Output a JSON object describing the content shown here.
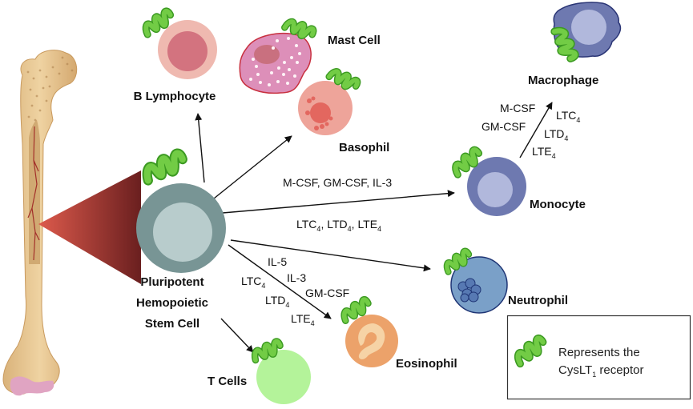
{
  "diagram": {
    "title": "Hematopoietic lineage expressing the CysLT1 receptor",
    "source": {
      "label_lines": [
        "Pluripotent",
        "Hemopoietic",
        "Stem Cell"
      ],
      "origin": "bone-marrow"
    },
    "cells": {
      "b_lymphocyte": {
        "label": "B Lymphocyte",
        "colors": {
          "outer": "#efb9b0",
          "inner": "#d3737f"
        }
      },
      "mast_cell": {
        "label": "Mast Cell",
        "colors": {
          "body": "#dd8fb9",
          "outline": "#c8303f",
          "nucleus": "#c9707f",
          "granules": "#fff3f6"
        }
      },
      "basophil": {
        "label": "Basophil",
        "colors": {
          "body": "#eea49a",
          "nucleus": "#e3675f"
        }
      },
      "monocyte": {
        "label": "Monocyte",
        "colors": {
          "outer": "#6e79b0",
          "inner": "#b1b8dc"
        }
      },
      "macrophage": {
        "label": "Macrophage",
        "colors": {
          "body": "#6e79b0",
          "outline": "#2a3575",
          "inner": "#b1b8dc"
        }
      },
      "neutrophil": {
        "label": "Neutrophil",
        "colors": {
          "body": "#7aa0c8",
          "outline": "#1f3575",
          "nucleus": "#5779b3"
        }
      },
      "eosinophil": {
        "label": "Eosinophil",
        "colors": {
          "body": "#eca26a",
          "inner": "#f6d3a6"
        }
      },
      "t_cells": {
        "label": "T Cells",
        "colors": {
          "body": "#b4f39a"
        }
      },
      "stem_cell": {
        "colors": {
          "outer": "#789595",
          "inner": "#b8cccc"
        }
      }
    },
    "pathways": {
      "to_monocyte": {
        "above": "M-CSF, GM-CSF, IL-3",
        "below": [
          {
            "base": "LTC",
            "sub": "4",
            "sep": ", "
          },
          {
            "base": "LTD",
            "sub": "4",
            "sep": ", "
          },
          {
            "base": "LTE",
            "sub": "4",
            "sep": ""
          }
        ]
      },
      "monocyte_to_macrophage": {
        "left": [
          "M-CSF",
          "GM-CSF"
        ],
        "right": [
          {
            "base": "LTC",
            "sub": "4"
          },
          {
            "base": "LTD",
            "sub": "4"
          },
          {
            "base": "LTE",
            "sub": "4"
          }
        ]
      },
      "to_eosinophil": {
        "right": [
          "IL-5",
          "IL-3",
          "GM-CSF"
        ],
        "left": [
          {
            "base": "LTC",
            "sub": "4"
          },
          {
            "base": "LTD",
            "sub": "4"
          },
          {
            "base": "LTE",
            "sub": "4"
          }
        ]
      }
    },
    "legend": {
      "icon": "cyslt1-receptor-icon",
      "line1": "Represents the",
      "line2_base": "CysLT",
      "line2_sub": "1",
      "line2_rest": " receptor"
    },
    "colors": {
      "receptor_fill": "#72cc45",
      "receptor_stroke": "#3c9a22",
      "arrow": "#111111",
      "bone": "#e6c48e",
      "bone_cartilage": "#e0a4c2",
      "wedge_light": "#dd5a4c",
      "wedge_dark": "#6a1f1f"
    }
  }
}
